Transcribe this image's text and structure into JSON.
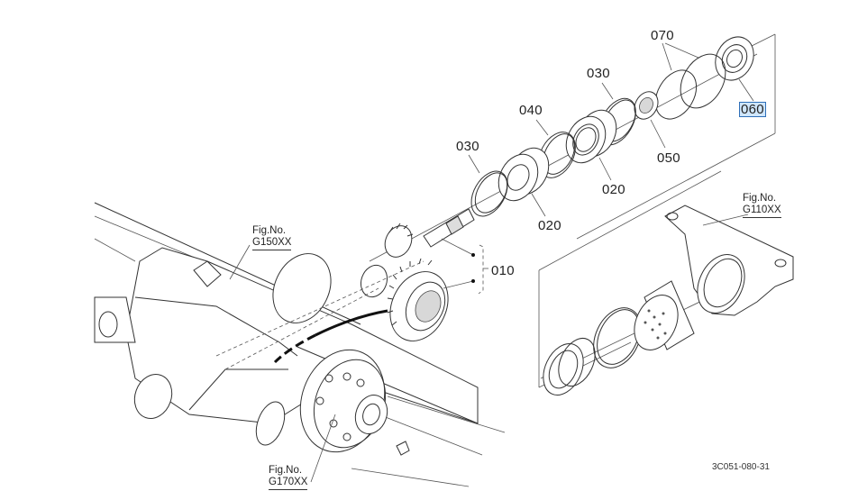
{
  "diagram": {
    "part_labels": [
      {
        "id": "070",
        "text": "070"
      },
      {
        "id": "060",
        "text": "060",
        "selected": true
      },
      {
        "id": "030a",
        "text": "030"
      },
      {
        "id": "040",
        "text": "040"
      },
      {
        "id": "030b",
        "text": "030"
      },
      {
        "id": "050",
        "text": "050"
      },
      {
        "id": "020a",
        "text": "020"
      },
      {
        "id": "020b",
        "text": "020"
      },
      {
        "id": "010",
        "text": "010"
      }
    ],
    "figure_refs": [
      {
        "prefix": "Fig.No.",
        "code": "G150XX"
      },
      {
        "prefix": "Fig.No.",
        "code": "G110XX"
      },
      {
        "prefix": "Fig.No.",
        "code": "G170XX"
      }
    ],
    "drawing_id": "3C051-080-31",
    "colors": {
      "selection_fill": "#cfe6fb",
      "selection_border": "#2f6fb8",
      "line": "#333333"
    }
  }
}
